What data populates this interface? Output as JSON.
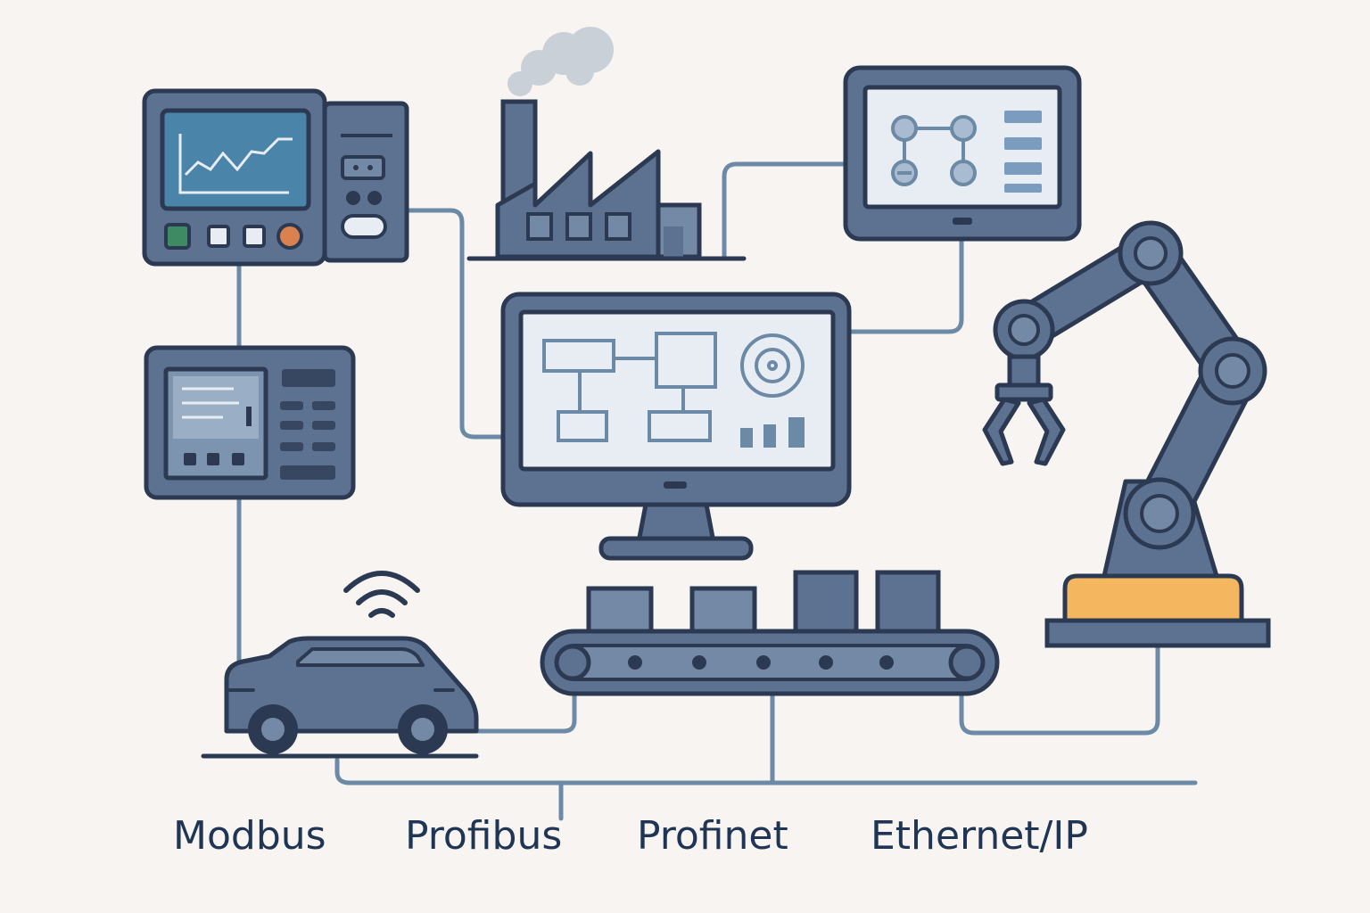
{
  "colors": {
    "background": "#f7f4f1",
    "outline": "#2b3a52",
    "device_body": "#5d7290",
    "device_mid": "#7489a6",
    "screen_fill": "#e8edf3",
    "screen_dark": "#4a84a8",
    "connector_line": "#6c8aa6",
    "accent_orange": "#f4b65e",
    "accent_green": "#3e8a62",
    "accent_red": "#d9824f",
    "smoke": "#c9d0d8",
    "label_text": "#1f3553"
  },
  "icons": [
    "hmi-control-panel-icon",
    "factory-icon",
    "tablet-network-icon",
    "plc-controller-icon",
    "scada-monitor-icon",
    "robotic-arm-icon",
    "autonomous-vehicle-icon",
    "wifi-icon",
    "conveyor-belt-icon"
  ],
  "protocols": {
    "modbus": "Modbus",
    "profibus": "Profibus",
    "profinet": "Profinet",
    "ethernet_ip": "Ethernet/IP"
  }
}
